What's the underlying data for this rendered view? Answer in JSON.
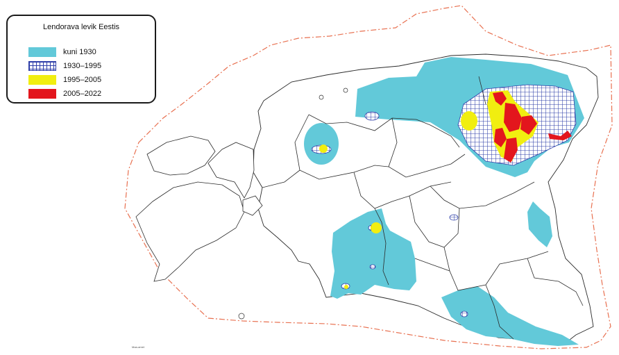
{
  "legend": {
    "title": "Lendorava levik Eestis",
    "items": [
      {
        "label": "kuni 1930",
        "color": "#62c9d9"
      },
      {
        "label": "1930–1995",
        "color": "#2f3fa8"
      },
      {
        "label": "1995–2005",
        "color": "#f1ee10"
      },
      {
        "label": "2005–2022",
        "color": "#e3161d"
      }
    ]
  },
  "colors": {
    "border_line": "#e87050",
    "county_line": "#2a2a2a",
    "range_light": "#62c9d9",
    "range_grid": "#2f3fa8",
    "range_yellow": "#f1ee10",
    "range_red": "#e3161d"
  },
  "credit": "Maa-amet"
}
